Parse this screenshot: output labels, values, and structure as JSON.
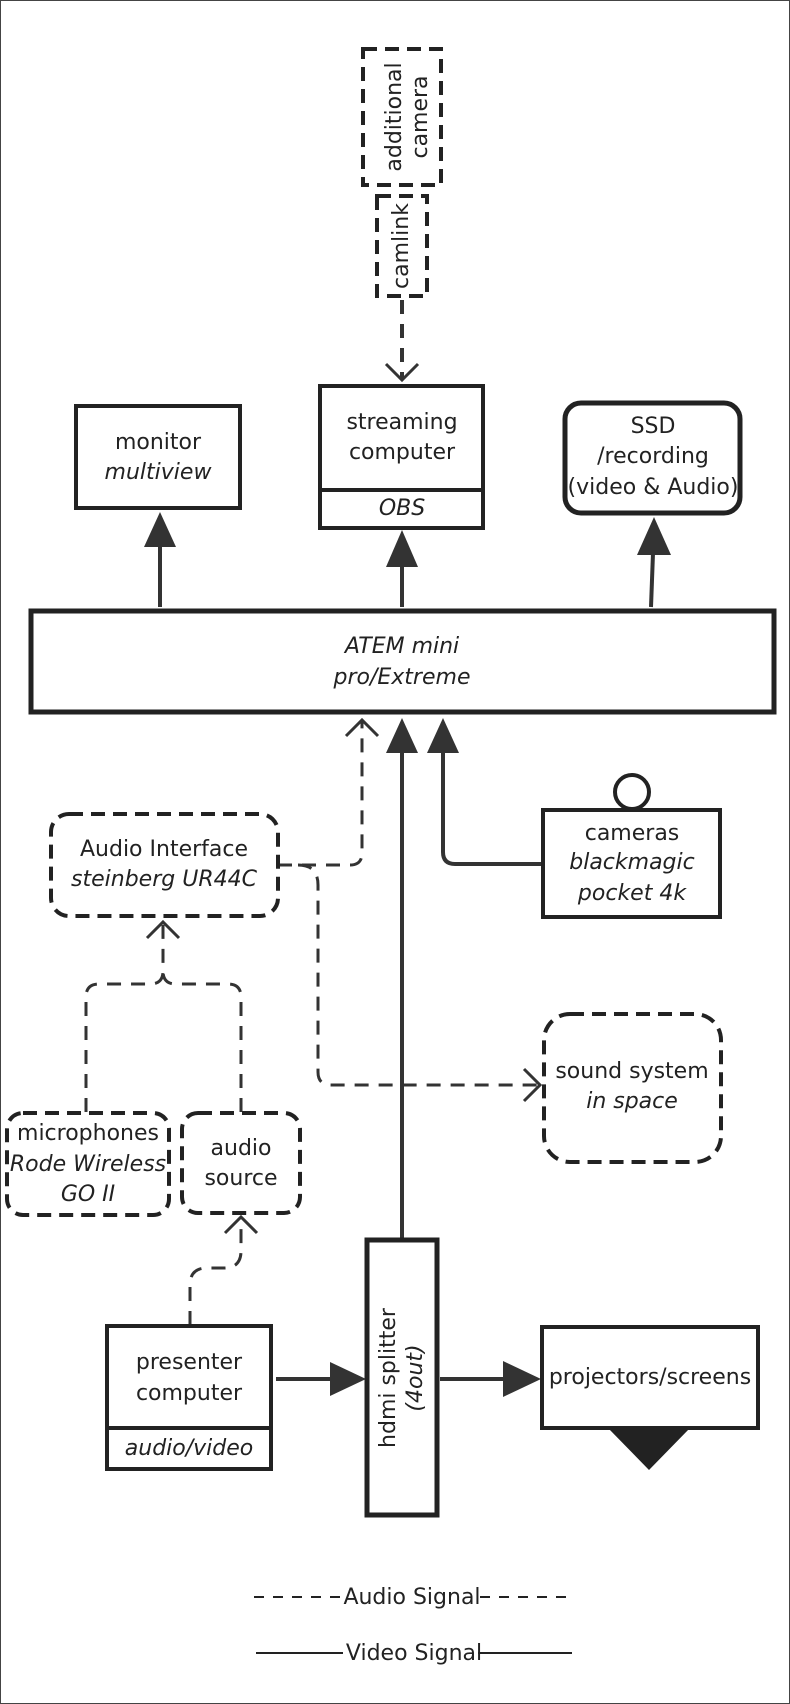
{
  "nodes": {
    "additional_camera": {
      "line1": "additional",
      "line2": "camera"
    },
    "camlink": {
      "label": "camlink"
    },
    "monitor": {
      "title": "monitor",
      "subtitle": "multiview"
    },
    "streaming_computer": {
      "line1": "streaming",
      "line2": "computer",
      "footer": "OBS"
    },
    "ssd": {
      "line1": "SSD",
      "line2": "/recording",
      "line3": "(video & Audio)"
    },
    "atem": {
      "line1": "ATEM mini",
      "line2": "pro/Extreme"
    },
    "audio_interface": {
      "title": "Audio Interface",
      "subtitle": "steinberg UR44C"
    },
    "cameras": {
      "title": "cameras",
      "subtitle1": "blackmagic",
      "subtitle2": "pocket 4k"
    },
    "sound_system": {
      "title": "sound system",
      "subtitle": "in space"
    },
    "microphones": {
      "title": "microphones",
      "subtitle1": "Rode Wireless",
      "subtitle2": "GO II"
    },
    "audio_source": {
      "line1": "audio",
      "line2": "source"
    },
    "presenter_computer": {
      "line1": "presenter",
      "line2": "computer",
      "footer": "audio/video"
    },
    "hdmi_splitter": {
      "title": "hdmi splitter",
      "subtitle": "(4out)"
    },
    "projectors": {
      "label": "projectors/screens"
    }
  },
  "legend": {
    "audio": "Audio Signal",
    "video": "Video Signal"
  },
  "colors": {
    "stroke": "#222222",
    "arrow_fill": "#333333",
    "text": "#222222",
    "background": "#ffffff"
  }
}
